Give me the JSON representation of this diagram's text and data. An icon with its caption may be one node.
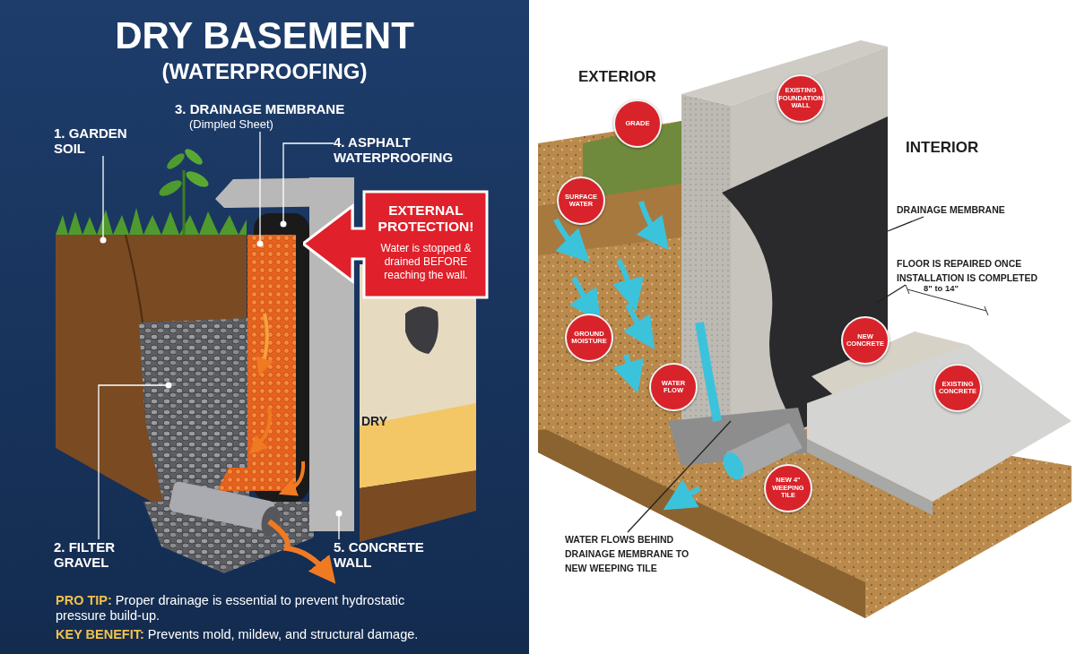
{
  "diagram": {
    "title": "DRY BASEMENT",
    "nodes": [
      {
        "text": [
          "1. GARDEN SOIL"
        ]
      },
      {
        "text": [
          "3. DRAINAGE MEMBRANE",
          "(Dimpled Sheet)"
        ]
      },
      {
        "text": [
          "4. ASPHALT WATERPROOFING"
        ]
      },
      {
        "text": [
          "EXTERNAL PROTECTION!",
          "Water is stopped & drained BEFORE reaching the wall."
        ]
      },
      {
        "text": [
          "2. FILTER GRAVEL"
        ]
      },
      {
        "text": [
          "5. CONCRETE WALL"
        ]
      },
      {
        "text": [
          "GRADE"
        ]
      },
      {
        "text": [
          "EXISTING FOUNDATION WALL"
        ]
      },
      {
        "text": [
          "SURFACE WATER"
        ]
      },
      {
        "text": [
          "DRAINAGE MEMBRANE"
        ]
      },
      {
        "text": [
          "FLOOR IS REPAIRED ONCE INSTALLATION IS COMPLETED"
        ]
      },
      {
        "text": [
          "GROUND MOISTURE"
        ]
      },
      {
        "text": [
          "NEW CONCRETE"
        ]
      },
      {
        "text": [
          "WATER FLOW"
        ]
      },
      {
        "text": [
          "EXISTING CONCRETE"
        ]
      },
      {
        "text": [
          "NEW 4\" WEEPING TILE"
        ]
      },
      {
        "text": [
          "WATER FLOWS BEHIND DRAINAGE MEMBRANE TO NEW WEEPING TILE"
        ]
      }
    ],
    "edges": [
      {
        "from": 0,
        "to": null,
        "arrow": "other"
      },
      {
        "from": 1,
        "to": null,
        "arrow": "other"
      },
      {
        "from": 2,
        "to": null,
        "arrow": "other"
      },
      {
        "from": 4,
        "to": null,
        "arrow": "other"
      },
      {
        "from": 5,
        "to": null,
        "arrow": "other"
      },
      {
        "from": 9,
        "to": null,
        "arrow": "none",
        "color": "#222222"
      },
      {
        "from": 10,
        "to": null,
        "arrow": "none",
        "color": "#222222"
      },
      {
        "from": 16,
        "to": null,
        "arrow": "none",
        "color": "#222222"
      }
    ],
    "labels": [
      "(WATERPROOFING)",
      "DRY",
      "**PRO TIP:** Proper drainage is essential to prevent hydrostatic pressure build-up.",
      "**KEY BENEFIT:** Prevents mold, mildew, and structural damage.",
      "EXTERIOR",
      "INTERIOR",
      "8\" to 14\""
    ]
  }
}
